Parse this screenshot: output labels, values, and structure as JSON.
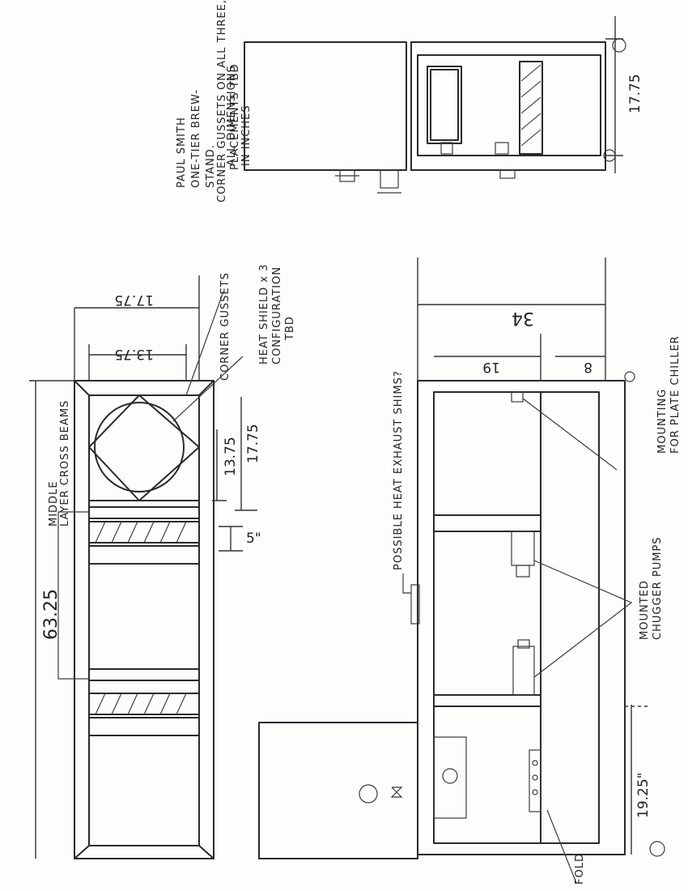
{
  "title_block": {
    "line1": "PAUL SMITH",
    "line2": "ONE-TIER BREW-",
    "line3": "STAND.",
    "units1": "ALL DIMENSIONS",
    "units2": "IN INCHES",
    "gusset_note1": "CORNER GUSSETS ON ALL THREE,",
    "gusset_note2": "PLACEMENTS TBD"
  },
  "top_view": {
    "label_middle1": "MIDDLE",
    "label_middle2": "LAYER CROSS BEAMS",
    "label_gussets": "CORNER GUSSETS",
    "label_heat1": "HEAT SHIELD x 3",
    "label_heat2": "CONFIGURATION",
    "label_heat3": "TBD",
    "dim_outer_width": "17.75",
    "dim_inner_width": "13.75",
    "dim_length": "63.25",
    "dim_inner_depth": "13.75",
    "dim_outer_depth": "17.75",
    "dim_small": "5\""
  },
  "front_view": {
    "label_exhaust": "POSSIBLE HEAT EXHAUST SHIMS?",
    "label_pumps1": "MOUNTED",
    "label_pumps2": "CHUGGER PUMPS",
    "label_chiller1": "MOUNTING",
    "label_chiller2": "FOR PLATE CHILLER",
    "label_bottom": "FOLD",
    "dim_height": "34",
    "dim_upper": "19",
    "dim_lower": "8",
    "dim_side": "19.25\""
  },
  "side_view": {
    "dim_depth": "17.75"
  }
}
